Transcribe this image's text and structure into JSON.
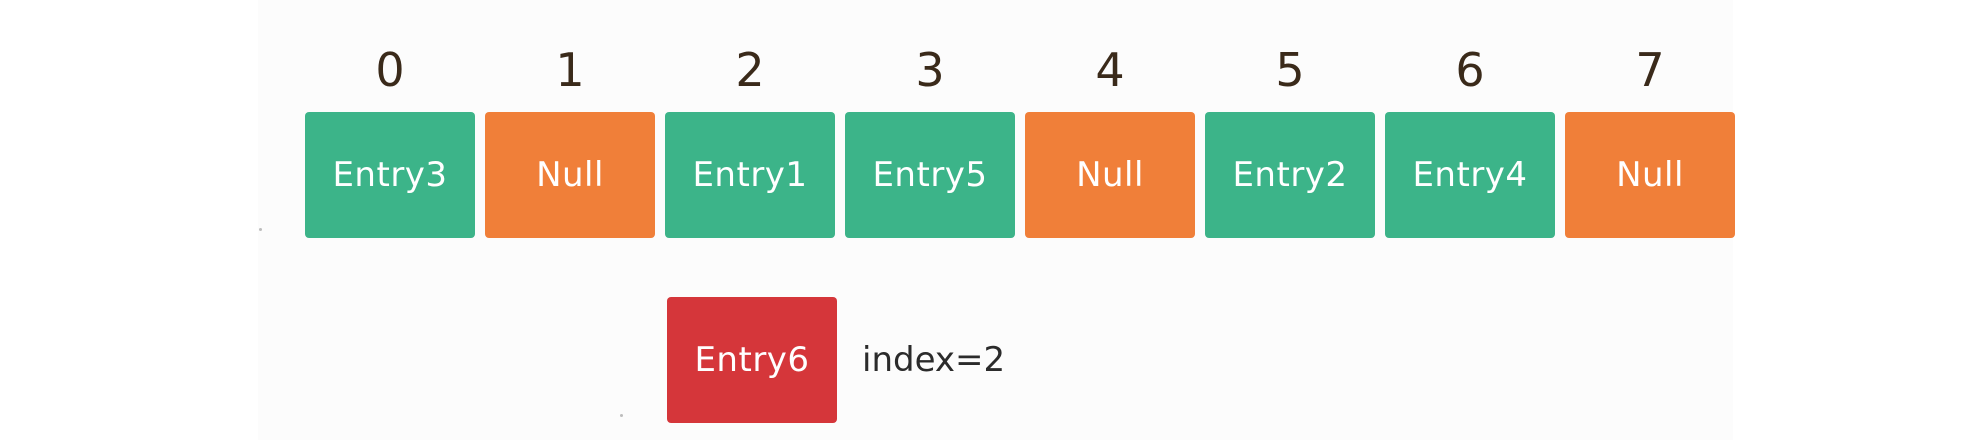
{
  "colors": {
    "occupied": "#3cb489",
    "empty": "#f07f39",
    "incoming": "#d5363a"
  },
  "array": {
    "slots": [
      {
        "index": "0",
        "value": "Entry3",
        "state": "occupied"
      },
      {
        "index": "1",
        "value": "Null",
        "state": "empty"
      },
      {
        "index": "2",
        "value": "Entry1",
        "state": "occupied"
      },
      {
        "index": "3",
        "value": "Entry5",
        "state": "occupied"
      },
      {
        "index": "4",
        "value": "Null",
        "state": "empty"
      },
      {
        "index": "5",
        "value": "Entry2",
        "state": "occupied"
      },
      {
        "index": "6",
        "value": "Entry4",
        "state": "occupied"
      },
      {
        "index": "7",
        "value": "Null",
        "state": "empty"
      }
    ]
  },
  "incoming": {
    "label": "Entry6",
    "index_text": "index=2"
  }
}
